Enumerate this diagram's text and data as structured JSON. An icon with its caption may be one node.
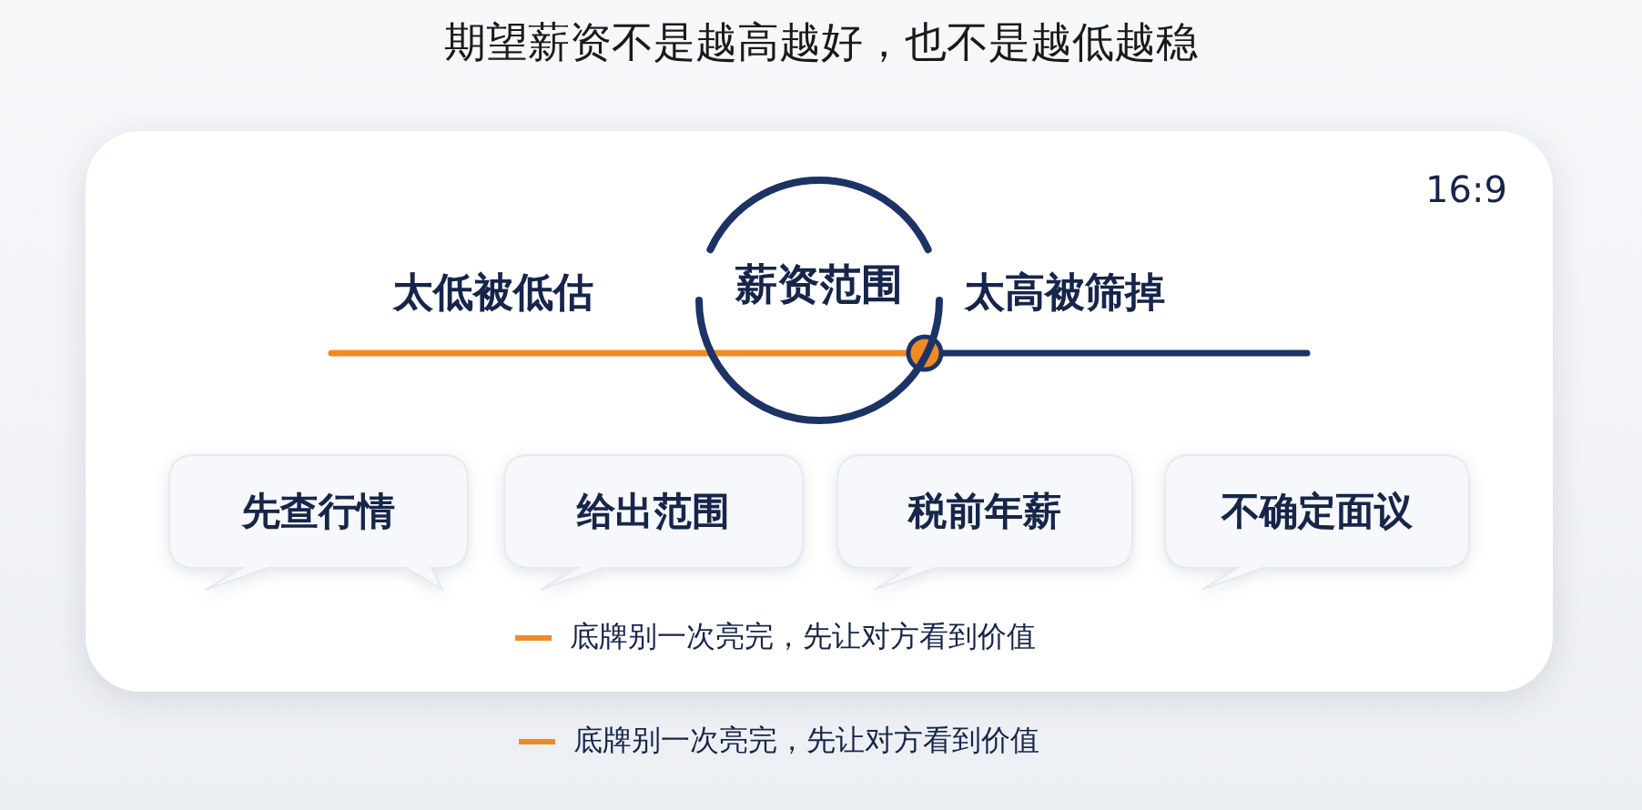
{
  "diagram": {
    "title": "期望薪资不是越高越好，也不是越低越稳",
    "nodes": [
      {
        "text": [
          "薪资范围"
        ]
      },
      {
        "text": [
          "先查行情"
        ]
      },
      {
        "text": [
          "给出范围"
        ]
      },
      {
        "text": [
          "税前年薪"
        ]
      },
      {
        "text": [
          "不确定面议"
        ]
      }
    ],
    "labels": [
      "16:9",
      "太低被低估",
      "太高被筛掉"
    ],
    "legend": [
      {
        "text": "底牌别一次亮完，先让对方看到价值"
      },
      {
        "text": "底牌别一次亮完，先让对方看到价值"
      }
    ]
  }
}
